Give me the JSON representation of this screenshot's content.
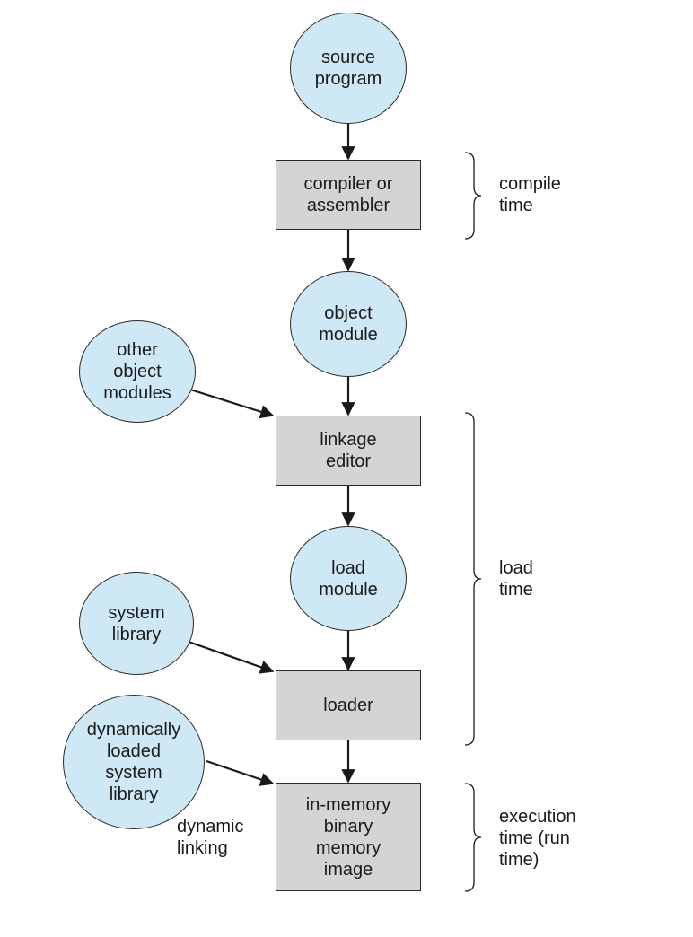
{
  "nodes": {
    "source_program": "source\nprogram",
    "compiler": "compiler or\nassembler",
    "object_module": "object\nmodule",
    "other_object_modules": "other\nobject\nmodules",
    "linkage_editor": "linkage\neditor",
    "load_module": "load\nmodule",
    "system_library": "system\nlibrary",
    "loader": "loader",
    "dyn_loaded_library": "dynamically\nloaded\nsystem\nlibrary",
    "in_memory_image": "in-memory\nbinary\nmemory\nimage"
  },
  "labels": {
    "dynamic_linking": "dynamic\nlinking"
  },
  "phases": {
    "compile_time": "compile\ntime",
    "load_time": "load\ntime",
    "execution_time": "execution\ntime (run\ntime)"
  },
  "colors": {
    "circle_fill": "#cfe8f6",
    "box_fill": "#d4d4d4",
    "stroke": "#2a2a2a"
  }
}
